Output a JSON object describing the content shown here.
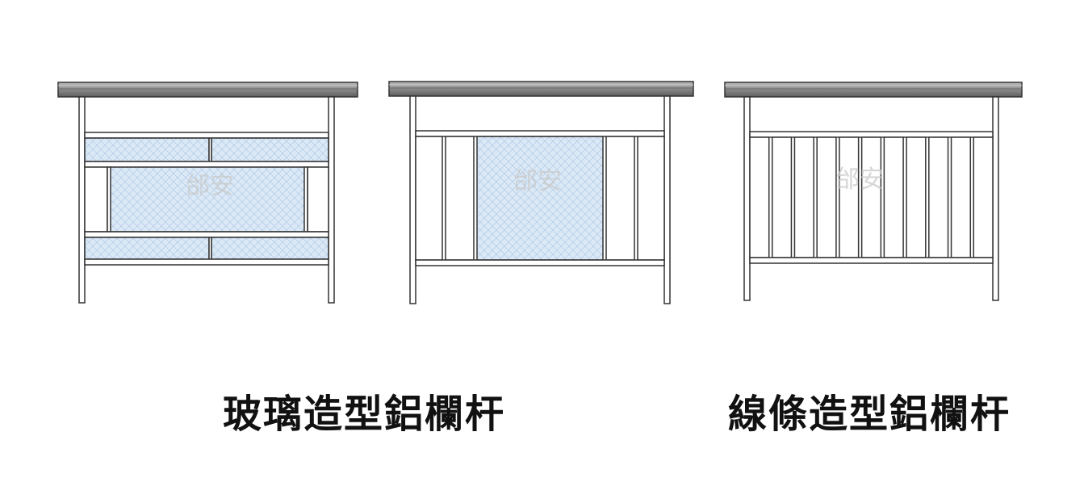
{
  "captions": {
    "glass": "玻璃造型鋁欄杆",
    "line": "線條造型鋁欄杆"
  },
  "watermark": "邰安",
  "colors": {
    "glass_fill": "#dbe9f7",
    "frame_fill": "#ffffff",
    "frame_stroke": "#333333",
    "cap_fill": "#8c8c8c",
    "caption_text": "#111111"
  },
  "railings": [
    {
      "style": "glass-panels-with-side-glass"
    },
    {
      "style": "center-glass-with-balusters"
    },
    {
      "style": "vertical-balusters"
    }
  ]
}
